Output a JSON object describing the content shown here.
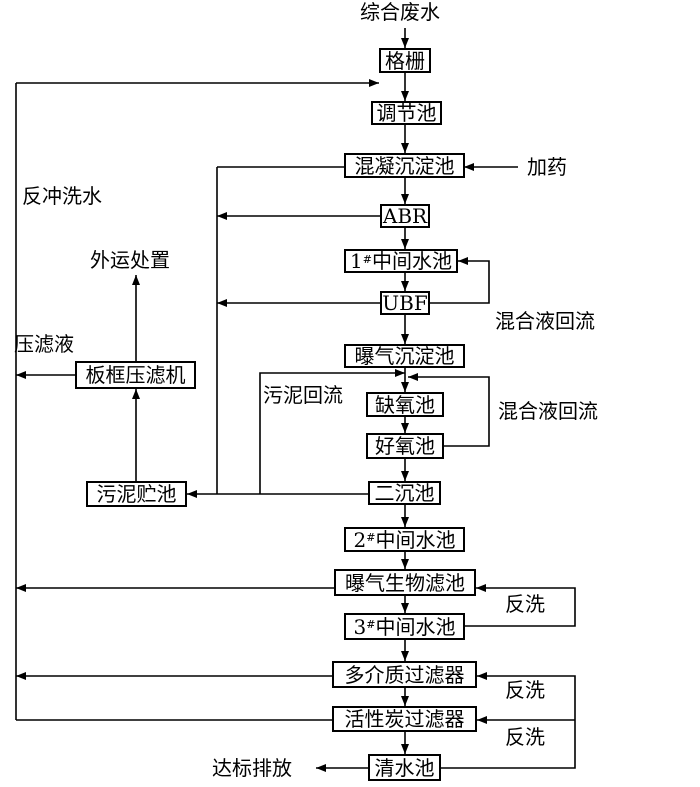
{
  "input": "综合废水",
  "main_chain": {
    "screen": "格栅",
    "equalization": "调节池",
    "coag_sed": "混凝沉淀池",
    "abr": "ABR",
    "mid1_num": "1",
    "mid1_sup": "#",
    "mid1_text": "中间水池",
    "ubf": "UBF",
    "aer_sed": "曝气沉淀池",
    "anoxic": "缺氧池",
    "aerobic": "好氧池",
    "secondary": "二沉池",
    "mid2_num": "2",
    "mid2_sup": "#",
    "mid2_text": "中间水池",
    "baf": "曝气生物滤池",
    "mid3_num": "3",
    "mid3_sup": "#",
    "mid3_text": "中间水池",
    "mmf": "多介质过滤器",
    "acf": "活性炭过滤器",
    "clear": "清水池"
  },
  "sludge": {
    "storage": "污泥贮池",
    "filter_press": "板框压滤机",
    "disposal": "外运处置"
  },
  "labels": {
    "dosing": "加药",
    "backwash_water": "反冲洗水",
    "filtrate": "压滤液",
    "mixed_return_1": "混合液回流",
    "mixed_return_2": "混合液回流",
    "sludge_return": "污泥回流",
    "backwash_1": "反洗",
    "backwash_2": "反洗",
    "backwash_3": "反洗",
    "discharge": "达标排放"
  }
}
